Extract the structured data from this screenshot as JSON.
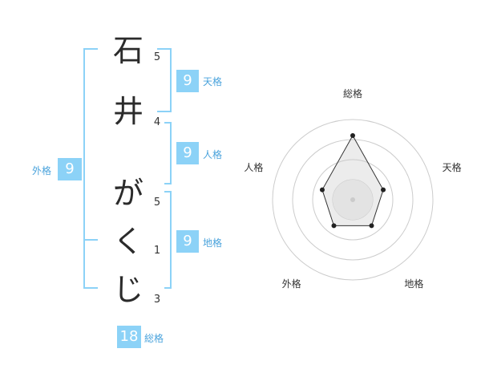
{
  "name": {
    "chars": [
      {
        "char": "石",
        "strokes": "5"
      },
      {
        "char": "井",
        "strokes": "4"
      },
      {
        "char": "が",
        "strokes": "5"
      },
      {
        "char": "く",
        "strokes": "1"
      },
      {
        "char": "じ",
        "strokes": "3"
      }
    ]
  },
  "scores": {
    "tenkaku": {
      "label": "天格",
      "value": "9"
    },
    "jinkaku": {
      "label": "人格",
      "value": "9"
    },
    "chikaku": {
      "label": "地格",
      "value": "9"
    },
    "gaikaku": {
      "label": "外格",
      "value": "9"
    },
    "soukaku": {
      "label": "総格",
      "value": "18"
    }
  },
  "colors": {
    "accent": "#8cd2f7",
    "label": "#4aa3dc",
    "text": "#2b2b2b"
  },
  "chart_data": {
    "type": "radar",
    "axes": [
      "総格",
      "天格",
      "地格",
      "外格",
      "人格"
    ],
    "values": [
      4,
      2,
      2,
      2,
      2
    ],
    "rmax": 5,
    "rings": 4
  }
}
